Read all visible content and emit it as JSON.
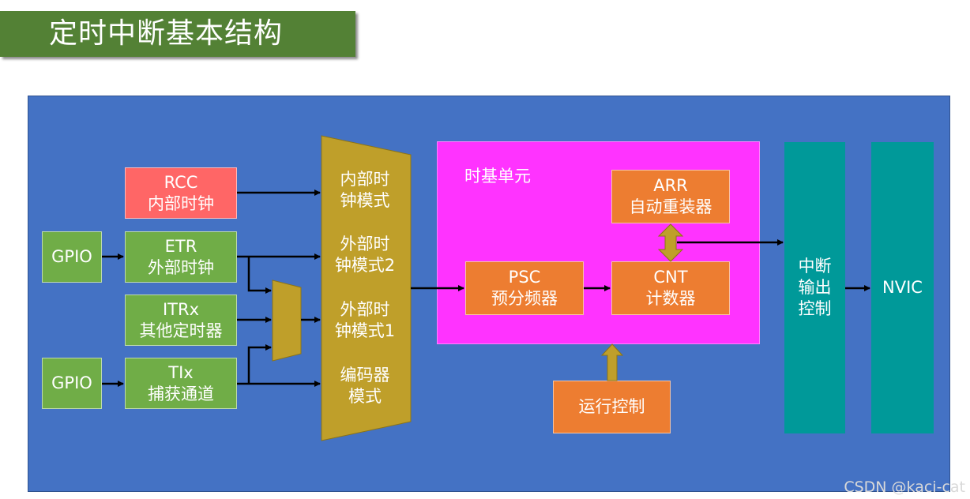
{
  "title": "定时中断基本结构",
  "sources": {
    "rcc": [
      "RCC",
      "内部时钟"
    ],
    "gpio1": "GPIO",
    "etr": [
      "ETR",
      "外部时钟"
    ],
    "itrx": [
      "ITRx",
      "其他定时器"
    ],
    "gpio2": "GPIO",
    "tix": [
      "TIx",
      "捕获通道"
    ]
  },
  "mux_modes": [
    [
      "内部时",
      "钟模式"
    ],
    [
      "外部时",
      "钟模式2"
    ],
    [
      "外部时",
      "钟模式1"
    ],
    [
      "编码器",
      "模式"
    ]
  ],
  "time_base": {
    "title": "时基单元",
    "arr": [
      "ARR",
      "自动重装器"
    ],
    "psc": [
      "PSC",
      "预分频器"
    ],
    "cnt": [
      "CNT",
      "计数器"
    ]
  },
  "run_control": "运行控制",
  "interrupt_output": [
    "中断",
    "输出",
    "控制"
  ],
  "nvic": "NVIC",
  "watermark": "CSDN @kaci-cat",
  "colors": {
    "title_bg": "#538135",
    "panel_bg": "#4472c4",
    "green": "#70ad47",
    "red": "#ff6666",
    "orange": "#ed7d31",
    "magenta": "#ff33ff",
    "teal": "#009999",
    "mux_gold": "#bf9f2a"
  }
}
